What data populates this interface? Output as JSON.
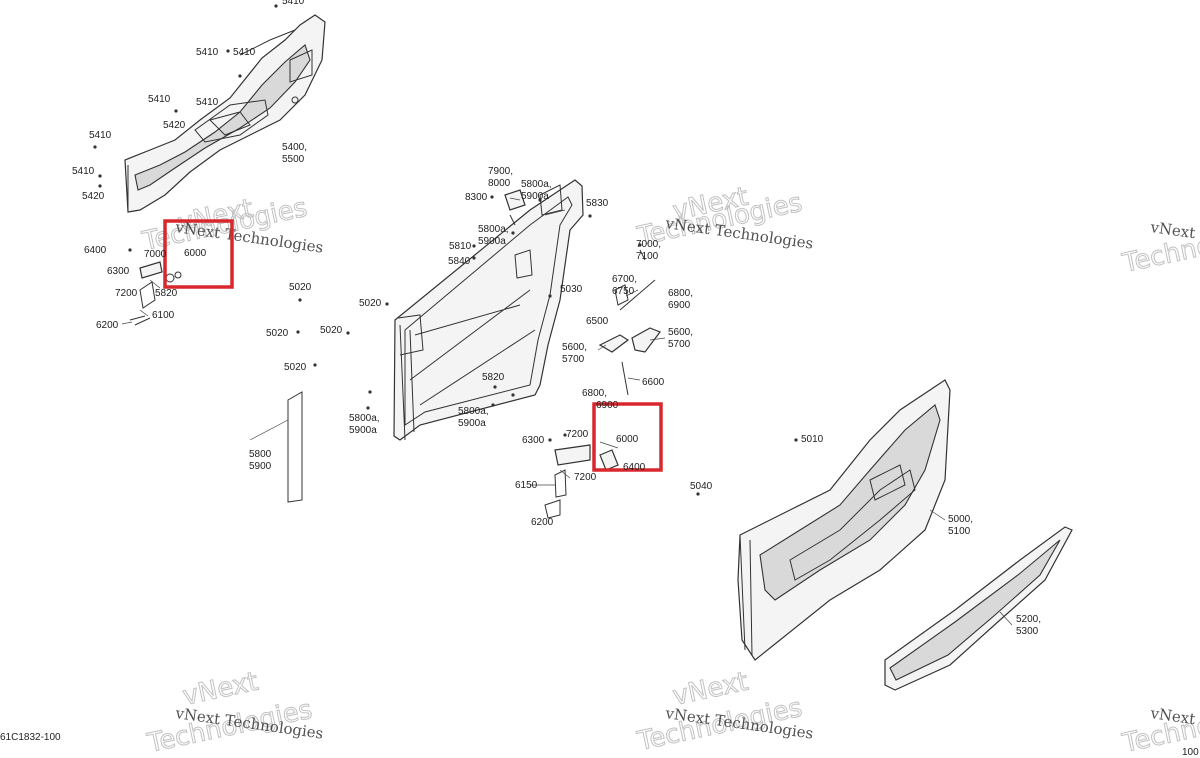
{
  "drawing_code": "61C1832-100",
  "page_number": "100",
  "watermark": {
    "line1": "vNext Technologies",
    "line2": "Technologies",
    "line2_fragment": "vNext"
  },
  "highlight_color": "#d8272d",
  "labels": {
    "l5410_top": "5410",
    "l5410_a": "5410",
    "l5410_b": "5410",
    "l5410_c": "5410",
    "l5410_d": "5410",
    "l5410_e": "5410",
    "l5420_a": "5420",
    "l5420_b": "5420",
    "l5400": "5400,",
    "l5500": "5500",
    "l6400_a": "6400",
    "l7000_a": "7000",
    "l6000_a": "6000",
    "l6300_a": "6300",
    "l7200_a": "7200",
    "l5820_a": "5820",
    "l6100": "6100",
    "l6200_a": "6200",
    "l5020_a": "5020",
    "l5020_b": "5020",
    "l5020_c": "5020",
    "l5020_d": "5020",
    "l5020_e": "5020",
    "l5800": "5800",
    "l5900": "5900",
    "l7900": "7900,",
    "l8000": "8000",
    "l8300": "8300",
    "l5800a_1": "5800a,",
    "l5900a_1": "5900a",
    "l5830": "5830",
    "l5800a_2": "5800a,",
    "l5900a_2": "5900a",
    "l5810": "5810",
    "l5840": "5840",
    "l5030": "5030",
    "l5820_b": "5820",
    "l5800a_3": "5800a,",
    "l5900a_3": "5900a",
    "l5800a_4": "5800a,",
    "l5900a_4": "5900a",
    "l7000_b": "7000,",
    "l7100": "7100",
    "l6700": "6700,",
    "l6750": "6750",
    "l6800_a": "6800,",
    "l6900_a": "6900",
    "l6500": "6500",
    "l5600_a": "5600,",
    "l5700_a": "5700",
    "l5600_b": "5600,",
    "l5700_b": "5700",
    "l6600": "6600",
    "l6800_b": "6800,",
    "l6900_b": "6900",
    "l6000_b": "6000",
    "l6300_b": "6300",
    "l7200_b": "7200",
    "l6400_b": "6400",
    "l6150": "6150",
    "l7200_c": "7200",
    "l6200_b": "6200",
    "l5040": "5040",
    "l5010": "5010",
    "l5000": "5000,",
    "l5100": "5100",
    "l5200": "5200,",
    "l5300": "5300"
  }
}
